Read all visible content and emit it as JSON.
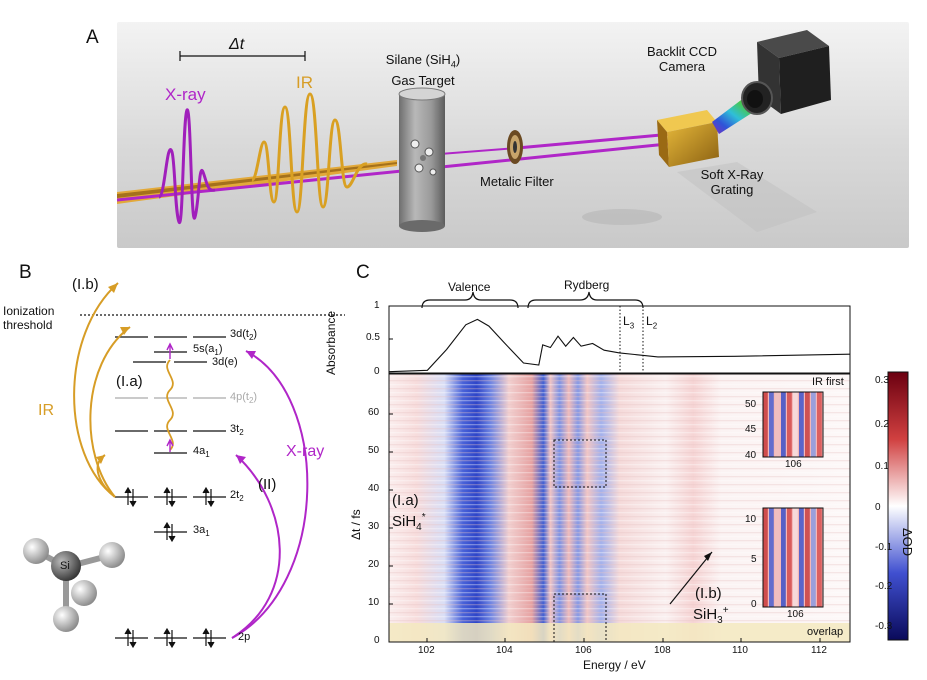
{
  "panel_a": {
    "letter": "A",
    "delta_t": "Δt",
    "xray_label": "X-ray",
    "ir_label": "IR",
    "target_label_line1": "Silane (SiH",
    "target_label_sub": "4",
    "target_label_line1_end": ")",
    "target_label_line2": "Gas Target",
    "filter_label": "Metalic Filter",
    "camera_label_line1": "Backlit CCD",
    "camera_label_line2": "Camera",
    "grating_label_line1": "Soft X-Ray",
    "grating_label_line2": "Grating",
    "colors": {
      "xray": "#b026c8",
      "ir": "#d79d26"
    }
  },
  "panel_b": {
    "letter": "B",
    "ionization_line1": "Ionization",
    "ionization_line2": "threshold",
    "ib_label": "(I.b)",
    "ir_label": "IR",
    "ia_label": "(I.a)",
    "xray_label": "X-ray",
    "ii_label": "(II)",
    "si_label": "Si",
    "levels": {
      "l3dt2": "3d(t",
      "l3dt2_sub": "2",
      "l5sa1": "5s(a",
      "l5sa1_sub": "1",
      "l3de": "3d(e)",
      "l4pt2": "4p(t",
      "l4pt2_sub": "2",
      "l3t2": "3t",
      "l3t2_sub": "2",
      "l4a1": "4a",
      "l4a1_sub": "1",
      "l2t2": "2t",
      "l2t2_sub": "2",
      "l3a1": "3a",
      "l3a1_sub": "1",
      "l2p": "2p"
    }
  },
  "panel_c": {
    "letter": "C",
    "valence_label": "Valence",
    "rydberg_label": "Rydberg",
    "l3_label": "L",
    "l3_sub": "3",
    "l2_label": "L",
    "l2_sub": "2",
    "abs_ylabel": "Absorbance",
    "abs_yticks": [
      "0",
      "0.5",
      "1"
    ],
    "map_ylabel": "Δt / fs",
    "map_yticks": [
      "0",
      "10",
      "20",
      "30",
      "40",
      "50",
      "60"
    ],
    "xticks": [
      "102",
      "104",
      "106",
      "108",
      "110",
      "112"
    ],
    "xlabel": "Energy / eV",
    "ia_label": "(I.a)",
    "sih4_label": "SiH",
    "sih4_sub": "4",
    "sih4_sup": "*",
    "ib_label": "(I.b)",
    "sih3_label": "SiH",
    "sih3_sub": "3",
    "sih3_sup": "+",
    "overlap_label": "overlap",
    "ir_first_label": "IR first",
    "inset_top_yticks": [
      "40",
      "45",
      "50"
    ],
    "inset_top_xtick": "106",
    "inset_bottom_yticks": [
      "0",
      "5",
      "10"
    ],
    "inset_bottom_xtick": "106",
    "colorbar_label": "ΔOD",
    "colorbar_ticks": [
      "0.3",
      "0.2",
      "0.1",
      "0",
      "-0.1",
      "-0.2",
      "-0.3"
    ]
  },
  "chart_data": {
    "type": "line",
    "title": "",
    "xlabel": "Energy / eV",
    "ylabel": "Absorbance",
    "xlim": [
      101,
      113
    ],
    "ylim": [
      0,
      1
    ],
    "x": [
      101,
      102,
      102.5,
      103,
      103.3,
      103.6,
      104,
      104.5,
      104.9,
      105.0,
      105.2,
      105.4,
      105.6,
      105.8,
      106.0,
      106.3,
      106.6,
      107,
      107.5,
      108,
      110,
      113
    ],
    "y": [
      0.02,
      0.04,
      0.35,
      0.72,
      0.8,
      0.7,
      0.45,
      0.15,
      0.12,
      0.42,
      0.38,
      0.55,
      0.4,
      0.53,
      0.4,
      0.44,
      0.34,
      0.3,
      0.27,
      0.24,
      0.25,
      0.28
    ]
  }
}
